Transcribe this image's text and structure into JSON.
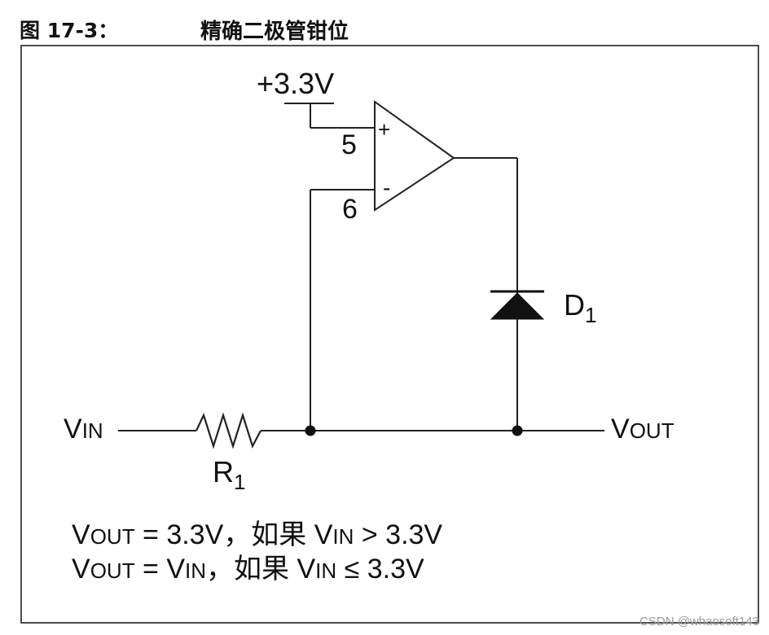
{
  "figure": {
    "number": "图 17-3：",
    "title": "精确二极管钳位"
  },
  "circuit": {
    "supply_label": "+3.3V",
    "pin_plus": "5",
    "pin_minus": "6",
    "plus_sign": "+",
    "minus_sign": "-",
    "diode": {
      "name": "D",
      "subscript": "1"
    },
    "resistor": {
      "name": "R",
      "subscript": "1"
    },
    "input": {
      "main": "V",
      "small": "IN"
    },
    "output": {
      "main": "V",
      "small": "OUT"
    }
  },
  "notes": {
    "line1": {
      "lhs_main": "V",
      "lhs_small": "OUT",
      "rhs": " = 3.3V，如果 ",
      "cond_main": "V",
      "cond_small": "IN",
      "cond_tail": " > 3.3V"
    },
    "line2": {
      "lhs_main": "V",
      "lhs_small": "OUT",
      "eq": " = ",
      "val_main": "V",
      "val_small": "IN",
      "mid": "，如果 ",
      "cond_main": "V",
      "cond_small": "IN",
      "cond_tail": " ≤ 3.3V"
    }
  },
  "watermark": "CSDN @whaosoft143"
}
